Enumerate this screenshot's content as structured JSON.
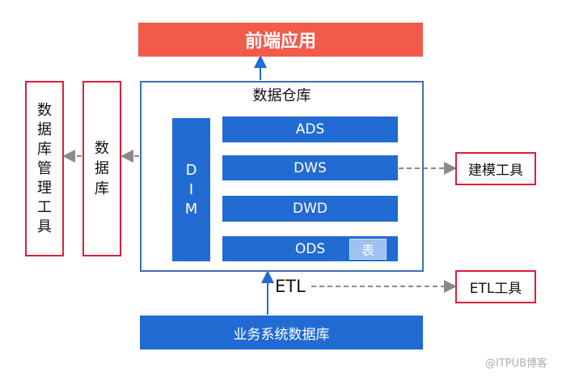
{
  "front_app": {
    "label": "前端应用",
    "color": "#f25a4b"
  },
  "data_warehouse": {
    "title": "数据仓库",
    "dim": {
      "chars": [
        "D",
        "I",
        "M"
      ]
    },
    "layers": [
      {
        "label": "ADS"
      },
      {
        "label": "DWS"
      },
      {
        "label": "DWD"
      },
      {
        "label": "ODS",
        "badge": "表"
      }
    ],
    "accent": "#216bd3"
  },
  "database": {
    "chars": [
      "数",
      "据",
      "库"
    ]
  },
  "db_mgmt_tool": {
    "chars": [
      "数",
      "据",
      "库",
      "管",
      "理",
      "工",
      "具"
    ]
  },
  "modeling_tool": {
    "label": "建模工具"
  },
  "etl_tool": {
    "label": "ETL工具"
  },
  "etl_label": "ETL",
  "business_db": {
    "label": "业务系统数据库"
  },
  "watermark": "@ITPUB博客",
  "connectors": [
    {
      "from": "business-db",
      "to": "data-warehouse",
      "style": "solid"
    },
    {
      "from": "data-warehouse",
      "to": "front-app",
      "style": "solid"
    },
    {
      "from": "data-warehouse",
      "to": "database",
      "style": "dashed"
    },
    {
      "from": "database",
      "to": "db-mgmt-tool",
      "style": "dashed"
    },
    {
      "from": "dws-layer",
      "to": "modeling-tool",
      "style": "dashed"
    },
    {
      "from": "etl",
      "to": "etl-tool",
      "style": "dashed"
    }
  ]
}
